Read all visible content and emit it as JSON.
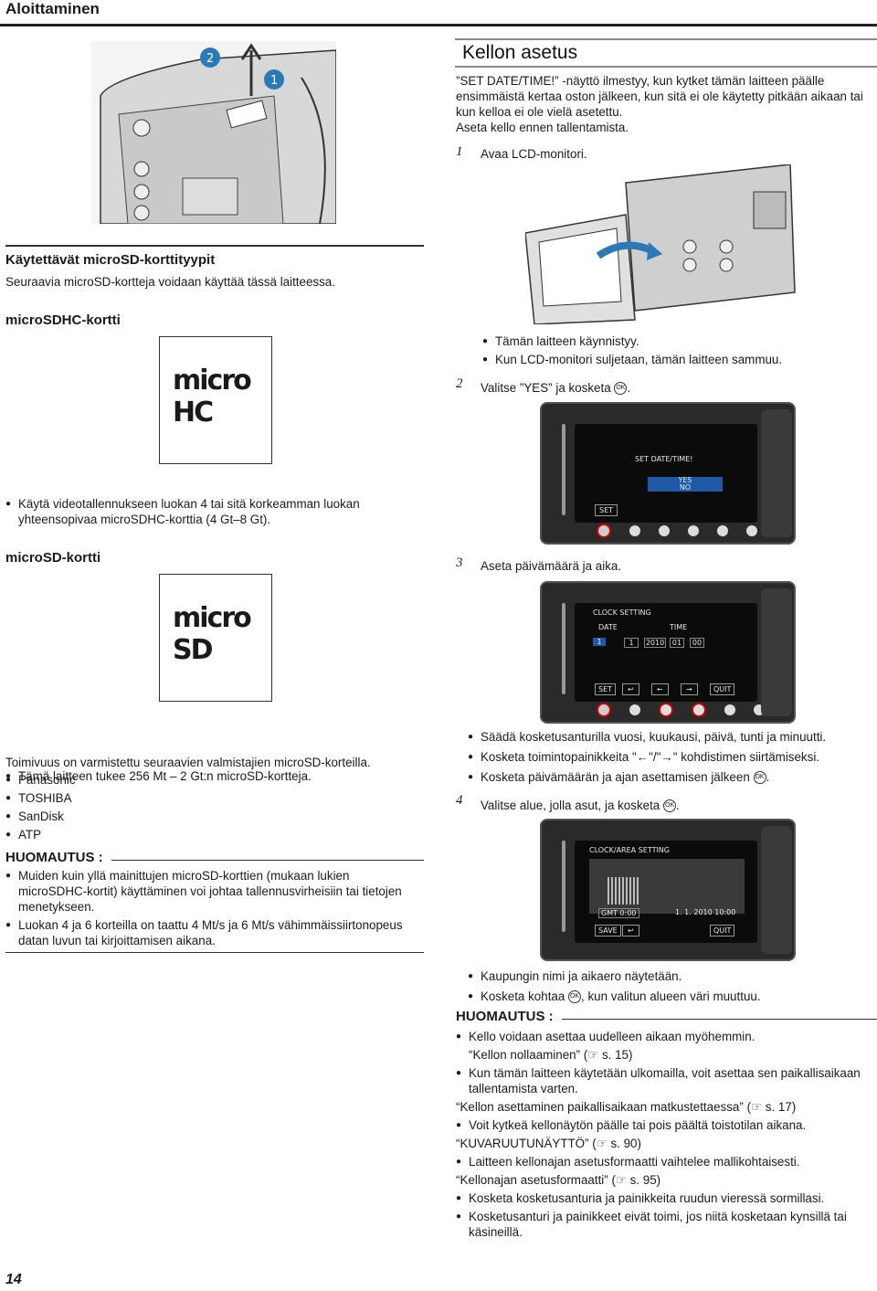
{
  "header": {
    "title": "Aloittaminen"
  },
  "right_section": {
    "title": "Kellon asetus",
    "intro": [
      "”SET DATE/TIME!” -näyttö ilmestyy, kun kytket tämän laitteen päälle",
      "ensimmäistä kertaa oston jälkeen, kun sitä ei ole käytetty pitkään aikaan tai",
      "kun kelloa ei ole vielä asetettu.",
      "Aseta kello ennen tallentamista."
    ],
    "step1": {
      "num": "1",
      "text": "Avaa LCD-monitori."
    },
    "step1_bullets": [
      "Tämän laitteen käynnistyy.",
      "Kun LCD-monitori suljetaan, tämän laitteen sammuu."
    ],
    "step2": {
      "num": "2",
      "text": "Valitse ”YES” ja kosketa"
    },
    "screen1": {
      "title": "SET DATE/TIME!",
      "yes": "YES",
      "no": "NO",
      "set": "SET",
      "ok": "OK"
    },
    "step3": {
      "num": "3",
      "text": "Aseta päivämäärä ja aika."
    },
    "screen2": {
      "title": "CLOCK SETTING",
      "date": "DATE",
      "time": "TIME",
      "fields": [
        "1",
        "1",
        "2010",
        "01",
        "00"
      ],
      "set": "SET",
      "quit": "QUIT",
      "ok": "OK"
    },
    "step3_bullets": [
      "Säädä kosketusanturilla vuosi, kuukausi, päivä, tunti ja minuutti.",
      "Kosketa toimintopainikkeita \"←\"/\"→\" kohdistimen siirtämiseksi.",
      "Kosketa päivämäärän ja ajan asettamisen jälkeen"
    ],
    "step4": {
      "num": "4",
      "text": "Valitse alue, jolla asut, ja kosketa"
    },
    "screen3": {
      "title": "CLOCK/AREA SETTING",
      "gmt": "GMT",
      "offset": "0:00",
      "datetime": "1. 1. 2010  10:00",
      "save": "SAVE",
      "quit": "QUIT"
    },
    "step4_bullets": [
      "Kaupungin nimi ja aikaero näytetään.",
      "Kosketa kohtaa",
      ", kun valitun alueen väri muuttuu."
    ],
    "note": {
      "heading": "HUOMAUTUS :",
      "items": [
        {
          "bullet": "Kello voidaan asettaa uudelleen aikaan myöhemmin.",
          "ref": "“Kellon nollaaminen” (☞ s. 15)"
        },
        {
          "bullet": "Kun tämän laitteen käytetään ulkomailla, voit asettaa sen paikallisaikaan tallentamista varten.",
          "ref": "“Kellon asettaminen paikallisaikaan matkustettaessa” (☞ s. 17)"
        },
        {
          "bullet": "Voit kytkeä kellonäytön päälle tai pois päältä toistotilan aikana.",
          "ref": "“KUVARUUTUNÄYTTÖ” (☞ s. 90)"
        },
        {
          "bullet": "Laitteen kellonajan asetusformaatti vaihtelee mallikohtaisesti.",
          "ref": "“Kellonajan asetusformaatti” (☞ s. 95)"
        },
        {
          "bullet": "Kosketa kosketusanturia ja painikkeita ruudun vieressä sormillasi.",
          "ref": ""
        },
        {
          "bullet": "Kosketusanturi ja painikkeet eivät toimi, jos niitä kosketaan kynsillä tai käsineillä.",
          "ref": ""
        }
      ]
    }
  },
  "left_section": {
    "box_title": "Käytettävät microSD-korttityypit",
    "box_intro": "Seuraavia microSD-kortteja voidaan käyttää tässä laitteessa.",
    "sdhc_title": "microSDHC-kortti",
    "sdhc_logo": "micro HC",
    "sdhc_bullet": "Käytä videotallennukseen luokan 4 tai sitä korkeamman luokan yhteensopivaa microSDHC-korttia (4 Gt–8 Gt).",
    "sd_title": "microSD-kortti",
    "sd_logo": "micro SD",
    "sd_bullet": "Tämä laitteen tukee 256 Mt – 2 Gt:n microSD-kortteja.",
    "sd_mfr_intro": "Toimivuus on varmistettu seuraavien valmistajien microSD-korteilla.",
    "manufacturers": [
      "Panasonic",
      "TOSHIBA",
      "SanDisk",
      "ATP"
    ],
    "note": {
      "heading": "HUOMAUTUS :",
      "items": [
        "Muiden kuin yllä mainittujen microSD-korttien (mukaan lukien microSDHC-kortit) käyttäminen voi johtaa tallennusvirheisiin tai tietojen menetykseen.",
        "Luokan 4 ja 6 korteilla on taattu 4 Mt/s ja 6 Mt/s vähimmäissiirtonopeus datan luvun tai kirjoittamisen aikana."
      ]
    }
  },
  "page_number": "14"
}
